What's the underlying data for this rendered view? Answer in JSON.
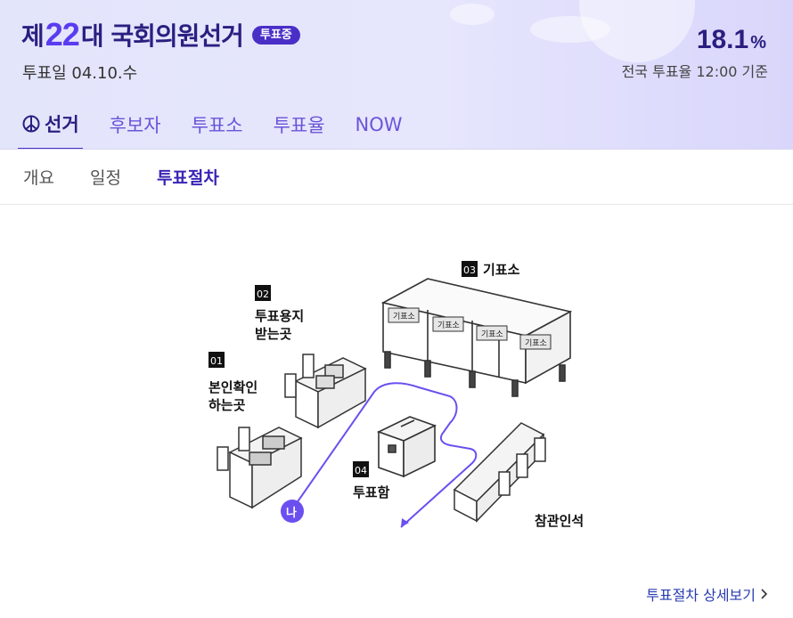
{
  "header": {
    "title_prefix": "제",
    "title_number": "22",
    "title_suffix": "대 국회의원선거",
    "status_badge": "투표중",
    "vote_date": "투표일 04.10.수",
    "turnout_value": "18.1",
    "turnout_unit": "%",
    "turnout_note": "전국 투표율 12:00 기준"
  },
  "tabs": [
    {
      "label": "선거",
      "active": true
    },
    {
      "label": "후보자",
      "active": false
    },
    {
      "label": "투표소",
      "active": false
    },
    {
      "label": "투표율",
      "active": false
    },
    {
      "label": "NOW",
      "active": false
    }
  ],
  "subtabs": [
    {
      "label": "개요",
      "active": false
    },
    {
      "label": "일정",
      "active": false
    },
    {
      "label": "투표절차",
      "active": true
    }
  ],
  "diagram": {
    "steps": [
      {
        "num": "01",
        "label_line1": "본인확인",
        "label_line2": "하는곳"
      },
      {
        "num": "02",
        "label_line1": "투표용지",
        "label_line2": "받는곳"
      },
      {
        "num": "03",
        "label_line1": "기표소",
        "label_line2": ""
      },
      {
        "num": "04",
        "label_line1": "투표함",
        "label_line2": ""
      }
    ],
    "booth_label": "기표소",
    "observer_label": "참관인석",
    "start_marker": "나"
  },
  "footer": {
    "detail_link": "투표절차 상세보기"
  },
  "colors": {
    "accent": "#4a2fc7",
    "title": "#2a1f80",
    "path": "#6b4ff0"
  }
}
